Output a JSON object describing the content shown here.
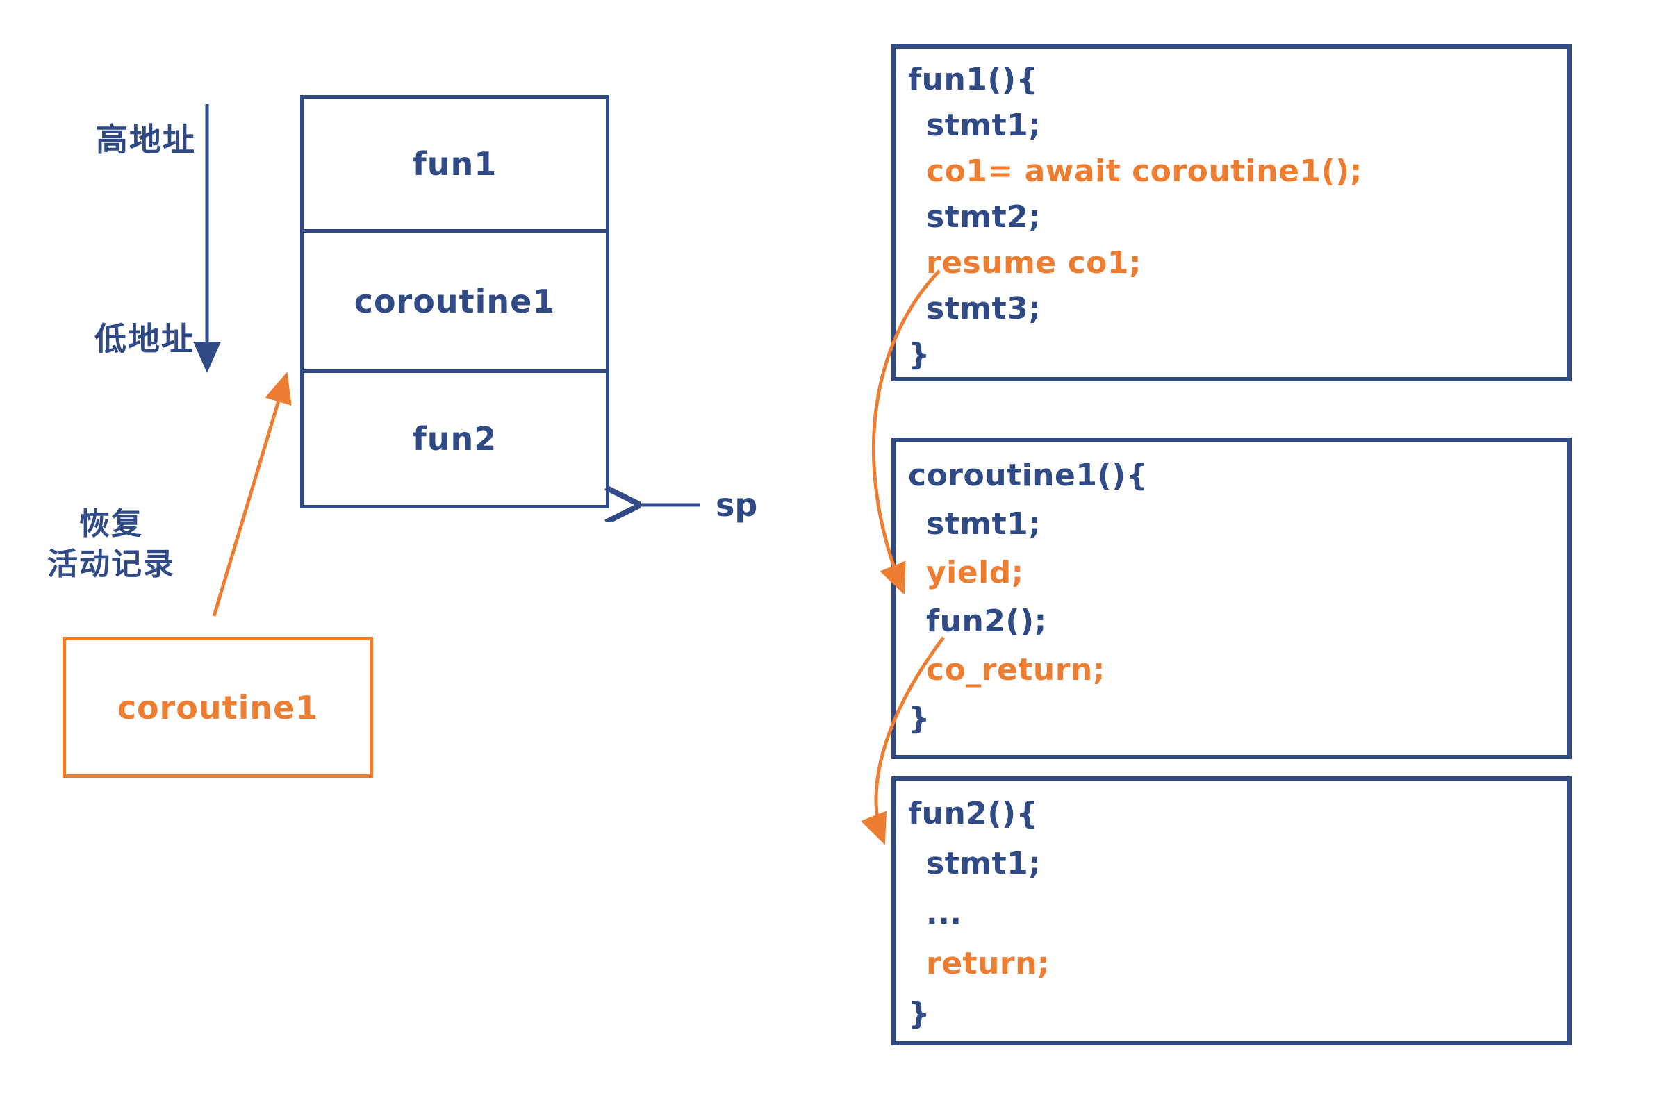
{
  "colors": {
    "blue": "#2F4A85",
    "orange": "#ED7D31"
  },
  "left_panel": {
    "high_address_label": "高地址",
    "low_address_label": "低地址",
    "restore_label_line1": "恢复",
    "restore_label_line2": "活动记录",
    "sp_label": "sp",
    "stack": {
      "cells": [
        {
          "label": "fun1"
        },
        {
          "label": "coroutine1"
        },
        {
          "label": "fun2"
        }
      ]
    },
    "saved_frame_label": "coroutine1"
  },
  "code_panel": {
    "boxes": [
      {
        "name": "fun1",
        "lines": [
          {
            "text": "fun1(){",
            "color": "blue"
          },
          {
            "text": "stmt1;",
            "color": "blue"
          },
          {
            "text": "co1= await coroutine1();",
            "color": "orange"
          },
          {
            "text": "stmt2;",
            "color": "blue"
          },
          {
            "text": "resume co1;",
            "color": "orange"
          },
          {
            "text": "stmt3;",
            "color": "blue"
          },
          {
            "text": "}",
            "color": "blue"
          }
        ]
      },
      {
        "name": "coroutine1",
        "lines": [
          {
            "text": "coroutine1(){",
            "color": "blue"
          },
          {
            "text": "stmt1;",
            "color": "blue"
          },
          {
            "text": "yield;",
            "color": "orange"
          },
          {
            "text": "fun2();",
            "color": "blue"
          },
          {
            "text": "co_return;",
            "color": "orange"
          },
          {
            "text": "}",
            "color": "blue"
          }
        ]
      },
      {
        "name": "fun2",
        "lines": [
          {
            "text": "fun2(){",
            "color": "blue"
          },
          {
            "text": "stmt1;",
            "color": "blue"
          },
          {
            "text": "...",
            "color": "blue"
          },
          {
            "text": "return;",
            "color": "orange"
          },
          {
            "text": "}",
            "color": "blue"
          }
        ]
      }
    ]
  }
}
